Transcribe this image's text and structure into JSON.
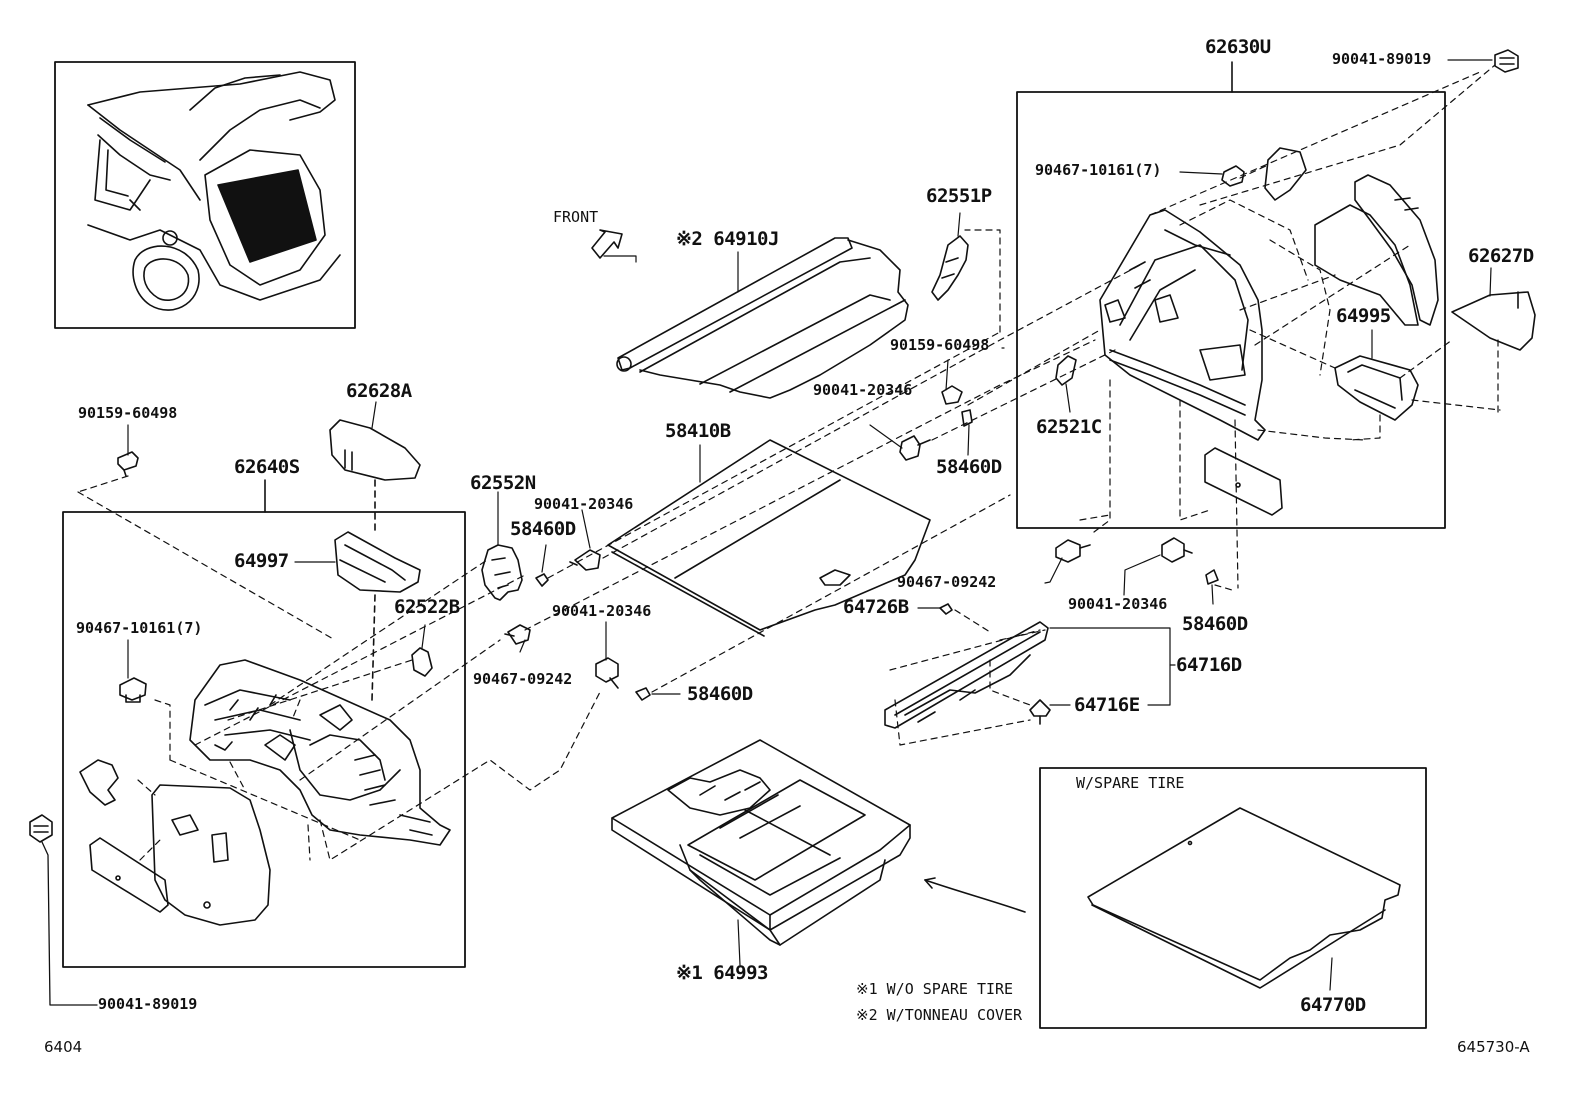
{
  "diagram_id": "645730-A",
  "page_code": "6404",
  "front_label": "FRONT",
  "notes": [
    "※1 W/O SPARE TIRE",
    "※2 W/TONNEAU COVER"
  ],
  "spare_tire_box_title": "W/SPARE TIRE",
  "parts": {
    "p62630U": "62630U",
    "p90041_89019_top": "90041-89019",
    "p90467_10161_right": "90467-10161(7)",
    "p62551P": "62551P",
    "p64910J": "※2 64910J",
    "p62627D": "62627D",
    "p64995": "64995",
    "p90159_60498_right": "90159-60498",
    "p90041_20346_mid": "90041-20346",
    "p62521C": "62521C",
    "p58460D_right_a": "58460D",
    "p58410B": "58410B",
    "p62628A": "62628A",
    "p90159_60498_left": "90159-60498",
    "p62640S": "62640S",
    "p62552N": "62552N",
    "p90041_20346_a": "90041-20346",
    "p58460D_a": "58460D",
    "p64997": "64997",
    "p62522B": "62522B",
    "p90467_10161_left": "90467-10161(7)",
    "p90041_20346_b": "90041-20346",
    "p90467_09242_left": "90467-09242",
    "p58460D_b": "58460D",
    "p90467_09242_right": "90467-09242",
    "p64726B": "64726B",
    "p90041_20346_right": "90041-20346",
    "p58460D_right_b": "58460D",
    "p64716D": "64716D",
    "p64716E": "64716E",
    "p64993": "※1 64993",
    "p64770D": "64770D",
    "p90041_89019_bottom": "90041-89019"
  }
}
